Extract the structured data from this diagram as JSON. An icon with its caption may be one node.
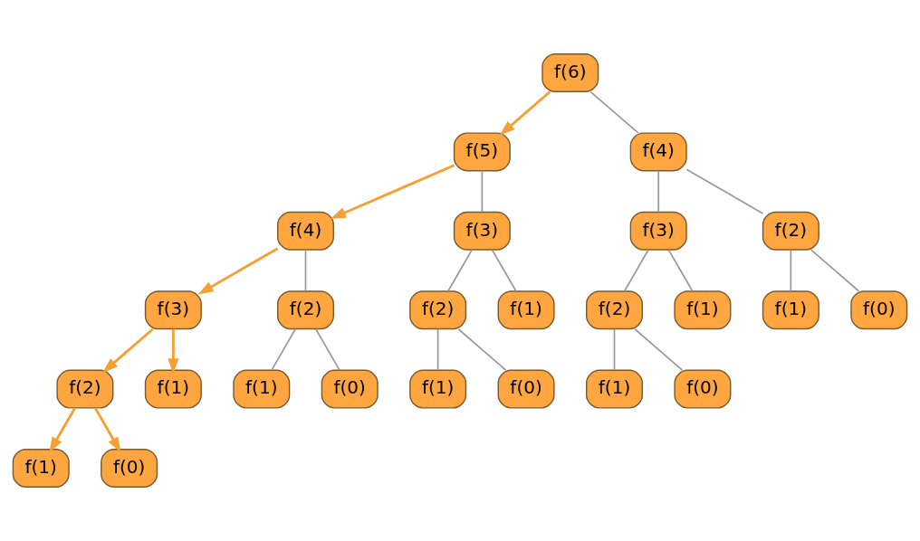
{
  "diagram": {
    "nodes": [
      {
        "text": [
          "f(6)"
        ]
      },
      {
        "text": [
          "f(5)"
        ]
      },
      {
        "text": [
          "f(4)"
        ]
      },
      {
        "text": [
          "f(4)"
        ]
      },
      {
        "text": [
          "f(3)"
        ]
      },
      {
        "text": [
          "f(2)"
        ]
      },
      {
        "text": [
          "f(3)"
        ]
      },
      {
        "text": [
          "f(2)"
        ]
      },
      {
        "text": [
          "f(2)"
        ]
      },
      {
        "text": [
          "f(1)"
        ]
      },
      {
        "text": [
          "f(1)"
        ]
      },
      {
        "text": [
          "f(0)"
        ]
      },
      {
        "text": [
          "f(2)"
        ]
      },
      {
        "text": [
          "f(1)"
        ]
      },
      {
        "text": [
          "f(1)"
        ]
      },
      {
        "text": [
          "f(0)"
        ]
      },
      {
        "text": [
          "f(1)"
        ]
      },
      {
        "text": [
          "f(0)"
        ]
      },
      {
        "text": [
          "f(1)"
        ]
      },
      {
        "text": [
          "f(0)"
        ]
      },
      {
        "text": [
          "f(3)"
        ]
      },
      {
        "text": [
          "f(2)"
        ]
      },
      {
        "text": [
          "f(1)"
        ]
      },
      {
        "text": [
          "f(1)"
        ]
      },
      {
        "text": [
          "f(0)"
        ]
      }
    ],
    "edges": [
      {
        "from": 0,
        "to": 1,
        "arrow": "to",
        "color": "#f5a033"
      },
      {
        "from": 0,
        "to": 2,
        "arrow": "none"
      },
      {
        "from": 1,
        "to": 3,
        "arrow": "to",
        "color": "#f5a033"
      },
      {
        "from": 1,
        "to": 20,
        "arrow": "none"
      },
      {
        "from": 2,
        "to": 4,
        "arrow": "none"
      },
      {
        "from": 2,
        "to": 5,
        "arrow": "none"
      },
      {
        "from": 3,
        "to": 6,
        "arrow": "to",
        "color": "#f5a033"
      },
      {
        "from": 3,
        "to": 7,
        "arrow": "none"
      },
      {
        "from": 4,
        "to": 8,
        "arrow": "none"
      },
      {
        "from": 4,
        "to": 9,
        "arrow": "none"
      },
      {
        "from": 5,
        "to": 10,
        "arrow": "none"
      },
      {
        "from": 5,
        "to": 11,
        "arrow": "none"
      },
      {
        "from": 6,
        "to": 12,
        "arrow": "to",
        "color": "#f5a033"
      },
      {
        "from": 6,
        "to": 13,
        "arrow": "to",
        "color": "#f5a033"
      },
      {
        "from": 7,
        "to": 14,
        "arrow": "none"
      },
      {
        "from": 7,
        "to": 15,
        "arrow": "none"
      },
      {
        "from": 8,
        "to": 16,
        "arrow": "none"
      },
      {
        "from": 8,
        "to": 17,
        "arrow": "none"
      },
      {
        "from": 12,
        "to": 18,
        "arrow": "to",
        "color": "#f5a033"
      },
      {
        "from": 12,
        "to": 19,
        "arrow": "to",
        "color": "#f5a033"
      },
      {
        "from": 20,
        "to": 21,
        "arrow": "none"
      },
      {
        "from": 20,
        "to": 22,
        "arrow": "none"
      },
      {
        "from": 21,
        "to": 23,
        "arrow": "none"
      },
      {
        "from": 21,
        "to": 24,
        "arrow": "none"
      }
    ]
  }
}
